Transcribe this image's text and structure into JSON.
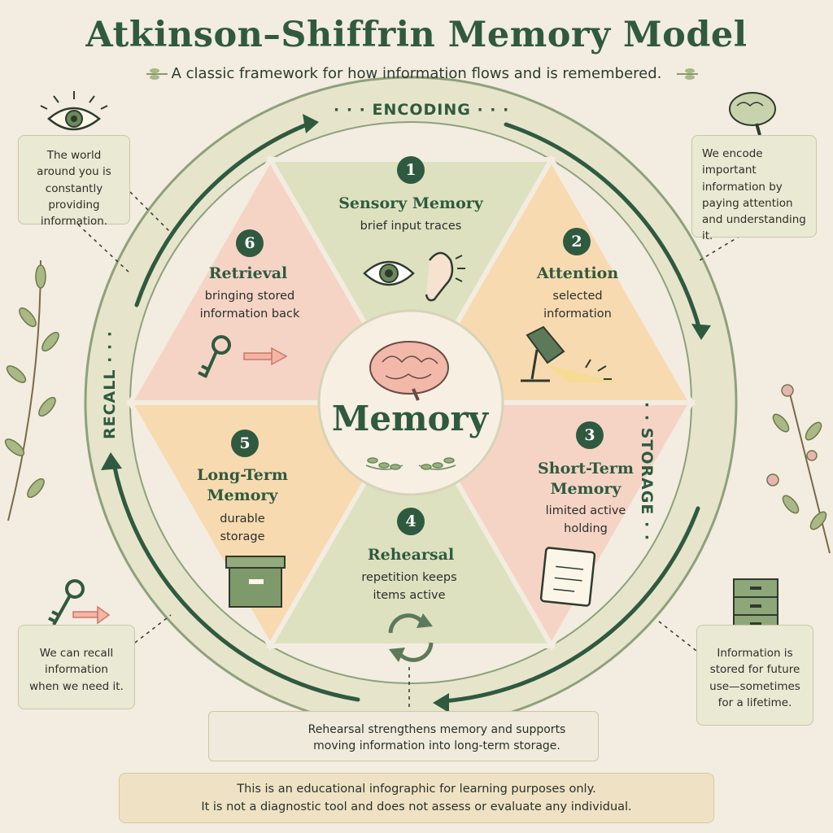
{
  "header": {
    "title": "Atkinson–Shiffrin Memory Model",
    "subtitle": "A classic framework for how information flows and is remembered."
  },
  "ring": {
    "top_label": "ENCODING",
    "right_label": "STORAGE",
    "left_label": "RECALL"
  },
  "center": {
    "label": "Memory"
  },
  "segments": [
    {
      "number": "1",
      "title": "Sensory Memory",
      "desc": "brief input traces"
    },
    {
      "number": "2",
      "title": "Attention",
      "desc": "selected information"
    },
    {
      "number": "3",
      "title": "Short-Term Memory",
      "desc": "limited active holding"
    },
    {
      "number": "4",
      "title": "Rehearsal",
      "desc": "repetition keeps items active"
    },
    {
      "number": "5",
      "title": "Long-Term Memory",
      "desc": "durable storage"
    },
    {
      "number": "6",
      "title": "Retrieval",
      "desc": "bringing stored information back"
    }
  ],
  "notes": {
    "top_left": "The world around you is constantly providing information.",
    "top_right": "We encode important information by paying attention and understanding it.",
    "bottom_left": "We can recall information when we need it.",
    "bottom_right": "Information is stored for future use—sometimes for a lifetime."
  },
  "banner": {
    "text": "Rehearsal strengthens memory and supports moving information into long-term storage."
  },
  "disclaimer": {
    "line1": "This is an educational infographic for learning purposes only.",
    "line2": "It is not a diagnostic tool and does not assess or evaluate any individual."
  },
  "colors": {
    "green_dark": "#2f5a3f",
    "sage": "#dfe3c2",
    "pink": "#f7d5c8",
    "peach": "#f8dcb4",
    "ring": "#d6dcb9",
    "background": "#f3ece0"
  }
}
